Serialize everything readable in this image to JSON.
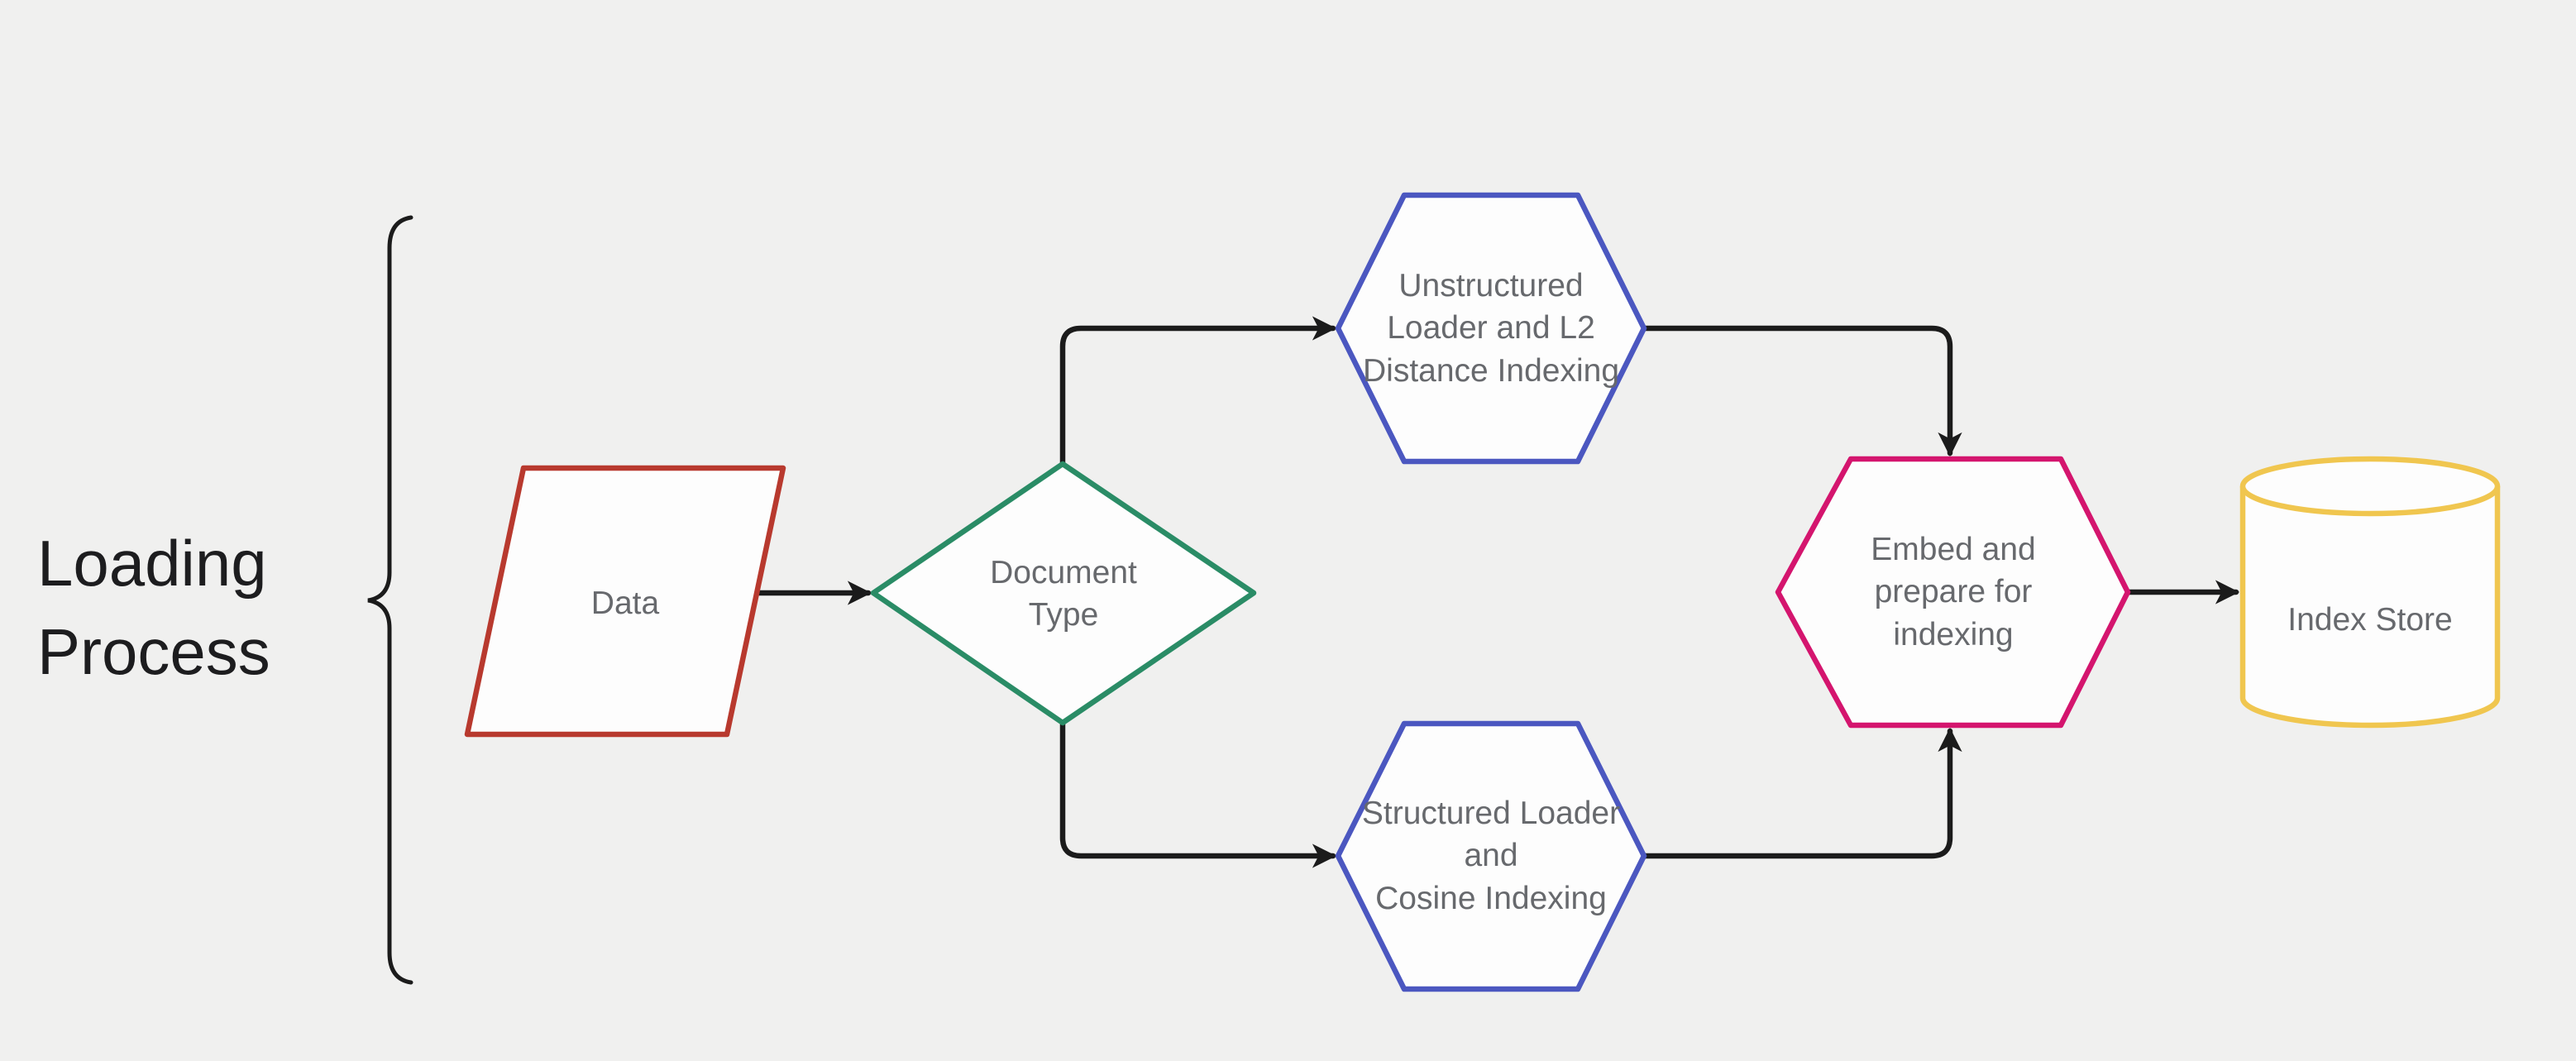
{
  "diagram": {
    "process_label": "Loading\nProcess",
    "nodes": {
      "data": {
        "label": "Data",
        "shape": "parallelogram",
        "border_color": "#b8392e"
      },
      "document_type": {
        "label": "Document\nType",
        "shape": "diamond",
        "border_color": "#2a8c66"
      },
      "unstructured_loader": {
        "label": "Unstructured\nLoader and L2\nDistance Indexing",
        "shape": "hexagon",
        "border_color": "#4b57c0"
      },
      "structured_loader": {
        "label": "Structured Loader\nand\nCosine Indexing",
        "shape": "hexagon",
        "border_color": "#4b57c0"
      },
      "embed": {
        "label": "Embed and\nprepare for\nindexing",
        "shape": "hexagon",
        "border_color": "#d4156e"
      },
      "index_store": {
        "label": "Index Store",
        "shape": "cylinder",
        "border_color": "#f0c64f"
      }
    },
    "edges": [
      {
        "from": "data",
        "to": "document_type"
      },
      {
        "from": "document_type",
        "to": "unstructured_loader"
      },
      {
        "from": "document_type",
        "to": "structured_loader"
      },
      {
        "from": "unstructured_loader",
        "to": "embed"
      },
      {
        "from": "structured_loader",
        "to": "embed"
      },
      {
        "from": "embed",
        "to": "index_store"
      }
    ],
    "colors": {
      "background": "#f0f0ef",
      "edge": "#1b1b1b",
      "brace": "#1b1b1b",
      "node_fill": "#fdfdfd",
      "node_text": "#67696d",
      "process_text": "#1d1d1f"
    }
  }
}
